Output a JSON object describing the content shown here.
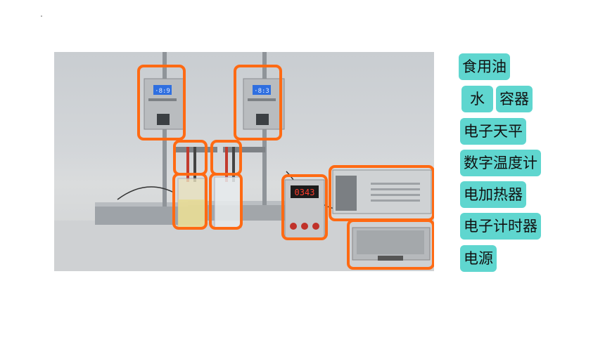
{
  "labels": {
    "oil": "食用油",
    "water": "水",
    "container": "容器",
    "balance": "电子天平",
    "thermometer": "数字温度计",
    "heater": "电加热器",
    "timer": "电子计时器",
    "power": "电源"
  },
  "colors": {
    "highlight": "#ff6a13",
    "tag_bg": "#5fd6cf"
  }
}
